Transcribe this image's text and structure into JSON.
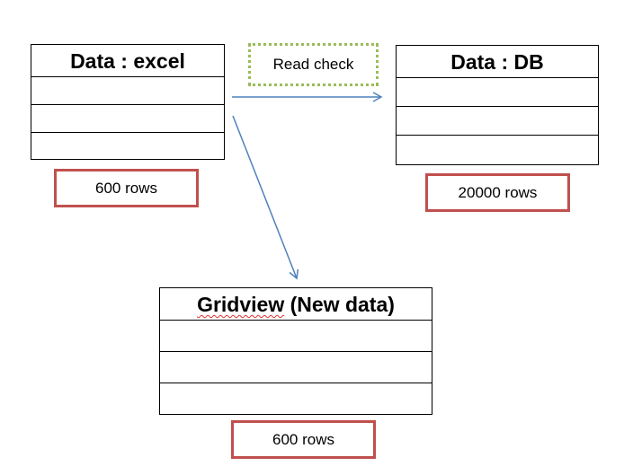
{
  "excel_table": {
    "title": "Data : excel",
    "rows": 3
  },
  "db_table": {
    "title": "Data : DB",
    "rows": 3
  },
  "gridview_table": {
    "title_word": "Gridview",
    "title_rest": " (New data)",
    "rows": 3
  },
  "excel_count": "600 rows",
  "db_count": "20000 rows",
  "gridview_count": "600 rows",
  "read_check_label": "Read check",
  "colors": {
    "arrow": "#4f81bd",
    "count_border": "#c0504d",
    "check_border": "#9bbb59"
  }
}
